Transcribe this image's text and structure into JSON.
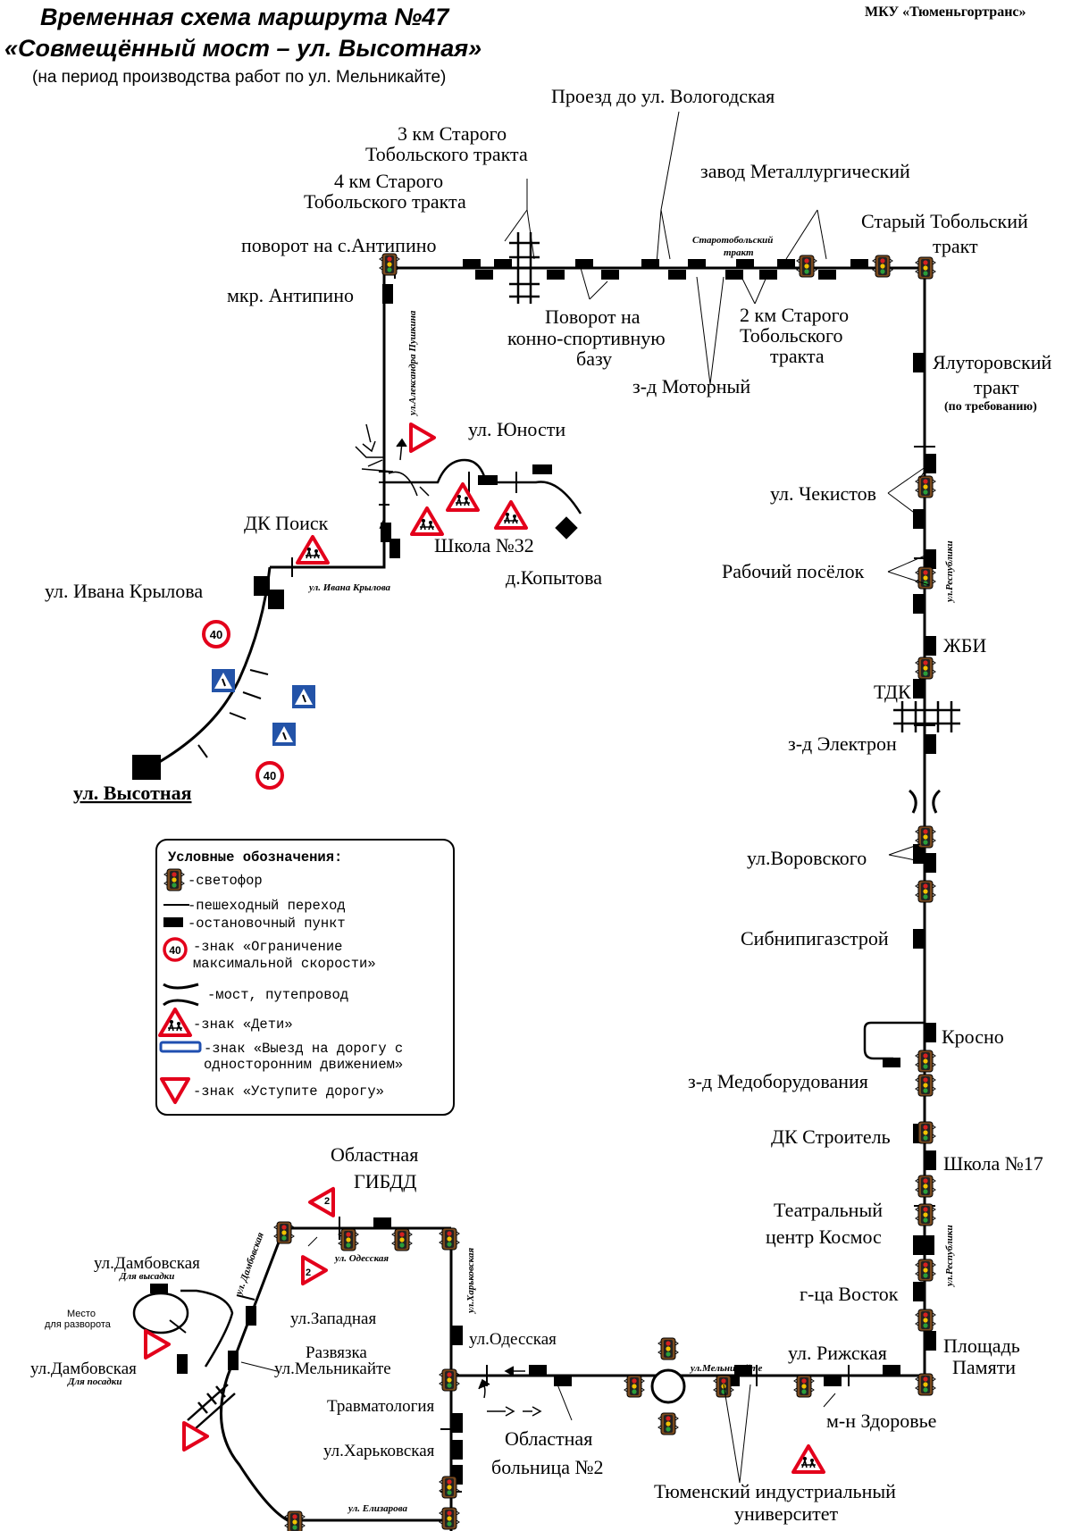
{
  "header": {
    "title_line1": "Временная схема маршрута №47",
    "title_line2": "«Совмещённый мост – ул. Высотная»",
    "subtitle": "(на период производства работ по ул. Мельникайте)",
    "org": "МКУ «Тюменьгортранс»"
  },
  "stops": {
    "proezd": "Проезд до ул. Вологодская",
    "km3_a": "3 км Старого",
    "km3_b": "Тобольского тракта",
    "km4_a": "4 км Старого",
    "km4_b": "Тобольского тракта",
    "zavod_met": "завод Металлургический",
    "stary_tob_a": "Старый Тобольский",
    "stary_tob_b": "тракт",
    "povorot_antipino": "поворот на с.Антипино",
    "mkr_antipino": "мкр. Антипино",
    "povorot_kon_a": "Поворот на",
    "povorot_kon_b": "конно-спортивную",
    "povorot_kon_c": "базу",
    "km2_a": "2 км Старого",
    "km2_b": "Тобольского",
    "km2_c": "тракта",
    "zd_motorny": "з-д Моторный",
    "yalutor_a": "Ялуторовский",
    "yalutor_b": "тракт",
    "yalutor_c": "(по требованию)",
    "yunosti": "ул. Юности",
    "chekistov": "ул. Чекистов",
    "dk_poisk": "ДК Поиск",
    "shkola32": "Школа №32",
    "kopytova": "д.Копытова",
    "rabochy": "Рабочий посёлок",
    "ivana_krylova": "ул. Ивана Крылова",
    "zhbi": "ЖБИ",
    "tdk": "ТДК",
    "zd_elektron": "з-д Электрон",
    "vysotnaya": "ул. Высотная",
    "vorovskogo": "ул.Воровского",
    "sibnipi": "Сибнипигазстрой",
    "krosno": "Кросно",
    "zd_medob": "з-д Медоборудования",
    "dk_stroitel": "ДК Строитель",
    "shkola17": "Школа №17",
    "teatr_a": "Театральный",
    "teatr_b": "центр Космос",
    "gca_vostok": "г-ца Восток",
    "pl_pamyati_a": "Площадь",
    "pl_pamyati_b": "Памяти",
    "rizhskaya": "ул. Рижская",
    "zdorovye": "м-н Здоровье",
    "tiu_a": "Тюменский индустриальный",
    "tiu_b": "университет",
    "obl_boln_a": "Областная",
    "obl_boln_b": "больница №2",
    "odesskaya": "ул.Одесская",
    "travmatologia": "Травматология",
    "kharkovskaya": "ул.Харьковская",
    "gibdd_a": "Областная",
    "gibdd_b": "ГИБДД",
    "zapadnaya": "ул.Западная",
    "razvyazka_a": "Развязка",
    "razvyazka_b": "ул.Мельникайте",
    "dambov_vys": "ул.Дамбовская",
    "dambov_vys_note": "Для высадки",
    "dambov_pos": "ул.Дамбовская",
    "dambov_pos_note": "Для посадки",
    "razvorot_a": "Место",
    "razvorot_b": "для разворота"
  },
  "streets": {
    "pushkina": "ул.Александра Пушкина",
    "starotob_a": "Старотобольский",
    "starotob_b": "тракт",
    "ivana_krylova": "ул. Ивана Крылова",
    "respubliki1": "ул.Республики",
    "respubliki2": "ул.Республики",
    "melnikaite": "ул.Мельникайте",
    "kharkovskaya": "ул.Харьковская",
    "odesskaya": "ул. Одесская",
    "dambovskaya": "ул. Дамбовская",
    "elizarova": "ул. Елизарова"
  },
  "signs": {
    "speed_limit": "40",
    "two": "2"
  },
  "legend": {
    "title": "Условные обозначения:",
    "traffic_light": "-светофор",
    "crossing": "-пешеходный переход",
    "stop": "-остановочный пункт",
    "speed_a": "-знак «Ограничение",
    "speed_b": "максимальной скорости»",
    "bridge": "-мост, путепровод",
    "children": "-знак «Дети»",
    "oneway_a": "-знак «Выезд на дорогу с",
    "oneway_b": "односторонним движением»",
    "yield": "-знак «Уступите дорогу»"
  },
  "colors": {
    "sign_red": "#e3001b",
    "sign_blue": "#2353a8",
    "oneway_blue": "#1f4fb0",
    "light_red": "#d52020",
    "light_yellow": "#f2c200",
    "light_green": "#2a9d3a",
    "light_body": "#7a4a1e"
  },
  "icons": [
    "traffic-light-icon",
    "stop-icon",
    "speed-limit-icon",
    "children-sign-icon",
    "yield-sign-icon",
    "pedestrian-crossing-sign-icon",
    "bridge-icon",
    "oneway-sign-icon"
  ]
}
